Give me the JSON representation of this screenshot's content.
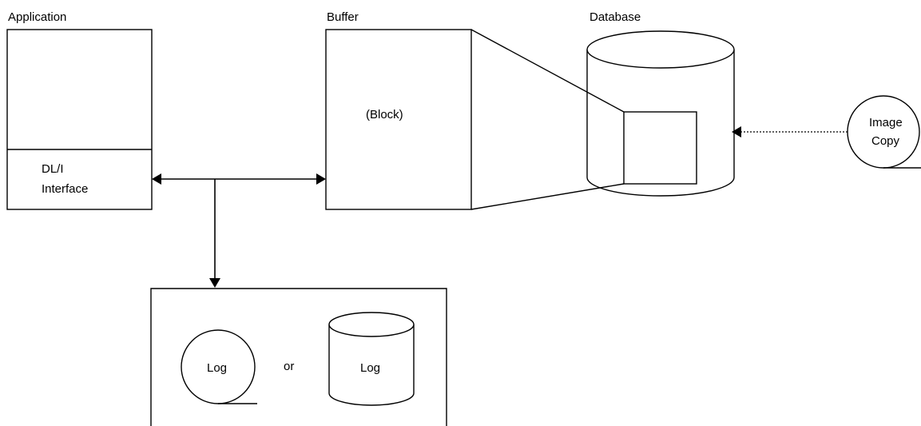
{
  "labels": {
    "application": "Application",
    "dl_i_line1": "DL/I",
    "dl_i_line2": "Interface",
    "buffer": "Buffer",
    "block": "(Block)",
    "database": "Database",
    "image_copy_line1": "Image",
    "image_copy_line2": "Copy",
    "log_tape": "Log",
    "or": "or",
    "log_disk": "Log"
  },
  "icons": {
    "database": "cylinder",
    "image_copy": "tape-reel",
    "log_tape": "tape-reel",
    "log_disk": "cylinder"
  },
  "colors": {
    "line": "#000000",
    "background": "#ffffff"
  }
}
